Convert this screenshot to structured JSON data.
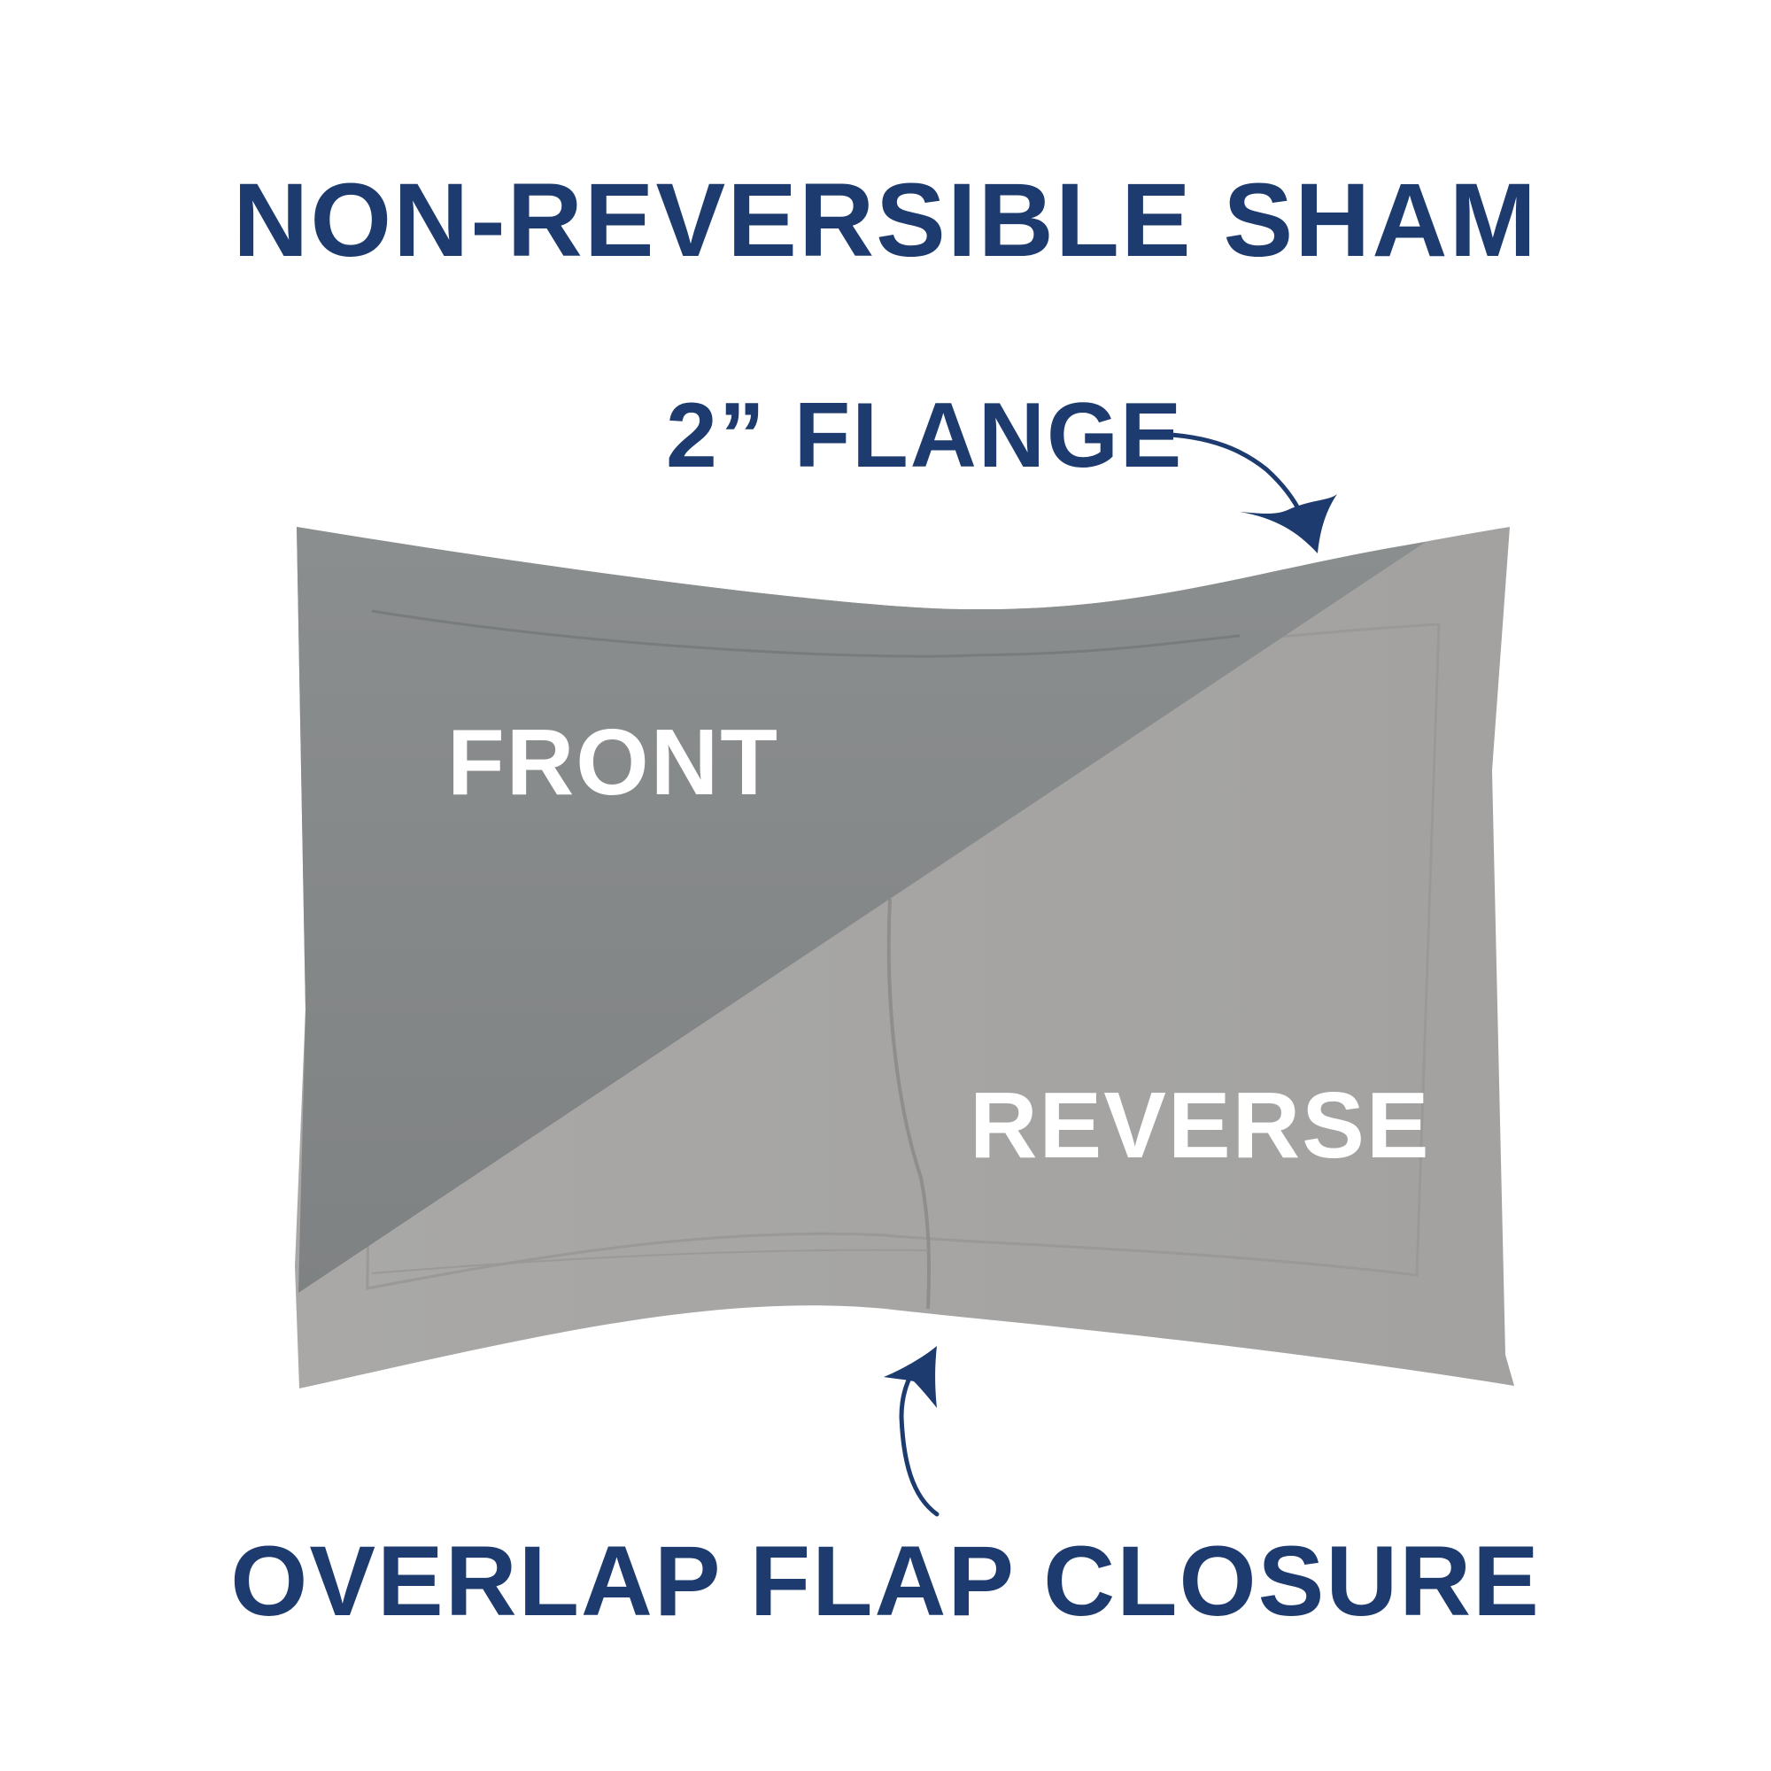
{
  "title": "NON-REVERSIBLE SHAM",
  "callouts": {
    "flange": "2” FLANGE",
    "closure": "OVERLAP FLAP CLOSURE"
  },
  "sides": {
    "front": "FRONT",
    "reverse": "REVERSE"
  },
  "colors": {
    "text_navy": "#1d3b6e",
    "front_fabric": "#858889",
    "reverse_fabric": "#a7a6a4",
    "background": "#ffffff"
  }
}
